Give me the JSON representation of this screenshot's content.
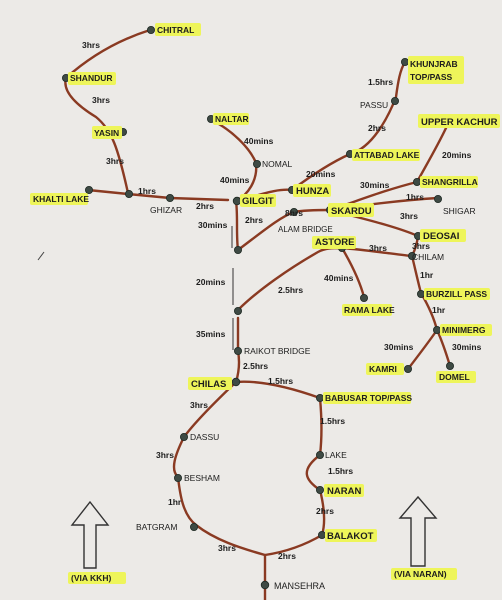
{
  "places": {
    "chitral": "CHITRAL",
    "shandur": "SHANDUR",
    "yasin": "YASIN",
    "khalti_lake": "KHALTI LAKE",
    "ghizar": "GHIZAR",
    "gilgit": "GILGIT",
    "naltar": "NALTAR",
    "nomal": "NOMAL",
    "hunza": "HUNZA",
    "alam_bridge": "ALAM BRIDGE",
    "khunjrab_1": "KHUNJRAB",
    "khunjrab_2": "TOP/PASS",
    "passu": "PASSU",
    "attabad_lake": "ATTABAD LAKE",
    "upper_kachura": "UPPER KACHUR",
    "shangrilla": "SHANGRILLA",
    "skardu": "SKARDU",
    "shigar": "SHIGAR",
    "deosai": "DEOSAI",
    "astore": "ASTORE",
    "chilam": "CHILAM",
    "burzill_pass": "BURZILL PASS",
    "rama_lake": "RAMA LAKE",
    "minimerg": "MINIMERG",
    "kamri": "KAMRI",
    "domel": "DOMEL",
    "raikot_bridge": "RAIKOT BRIDGE",
    "chilas": "CHILAS",
    "babusar": "BABUSAR TOP/PASS",
    "dassu": "DASSU",
    "lake": "LAKE",
    "besham": "BESHAM",
    "naran": "NARAN",
    "batgram": "BATGRAM",
    "balakot": "BALAKOT",
    "mansehra": "MANSEHRA"
  },
  "times": {
    "chitral_shandur": "3hrs",
    "shandur_yasin": "3hrs",
    "yasin_junction": "3hrs",
    "khalti_ghizar": "1hrs",
    "ghizar_gilgit": "2hrs",
    "naltar_nomal": "40mins",
    "nomal_gilgit": "40mins",
    "hunza_attabad": "20mins",
    "passu_attabad": "2hrs",
    "khunjrab_passu": "1.5hrs",
    "gilgit_alam": "2hrs",
    "gilgit_down": "30mins",
    "alam_skardu": "8hrs",
    "skardu_shangrilla": "30mins",
    "shangrilla_upper_kachura": "20mins",
    "skardu_shigar": "1hrs",
    "skardu_deosai": "3hrs",
    "astore_chilam": "3hrs",
    "chilam_deosai": "3hrs",
    "astore_rama": "40mins",
    "chilam_burzill": "1hr",
    "burzill_minimerg": "1hr",
    "minimerg_kamri": "30mins",
    "minimerg_domel": "30mins",
    "jaglot_astore": "2.5hrs",
    "dash_mid": "20mins",
    "dash_low": "35mins",
    "raikot_chilas": "2.5hrs",
    "chilas_babusar": "1.5hrs",
    "chilas_dassu": "3hrs",
    "babusar_lake": "1.5hrs",
    "lake_naran": "1.5hrs",
    "dassu_besham": "3hrs",
    "naran_balakot": "2hrs",
    "besham_batgram": "1hr",
    "batgram_mansehra": "3hrs",
    "balakot_mansehra": "2hrs"
  },
  "legend": {
    "via_kkh": "(VIA KKH)",
    "via_naran": "(VIA NARAN)"
  },
  "colors": {
    "background": "#eceae7",
    "route": "#8a3a22",
    "node": "#3e4a44",
    "highlight": "#eef55a"
  }
}
